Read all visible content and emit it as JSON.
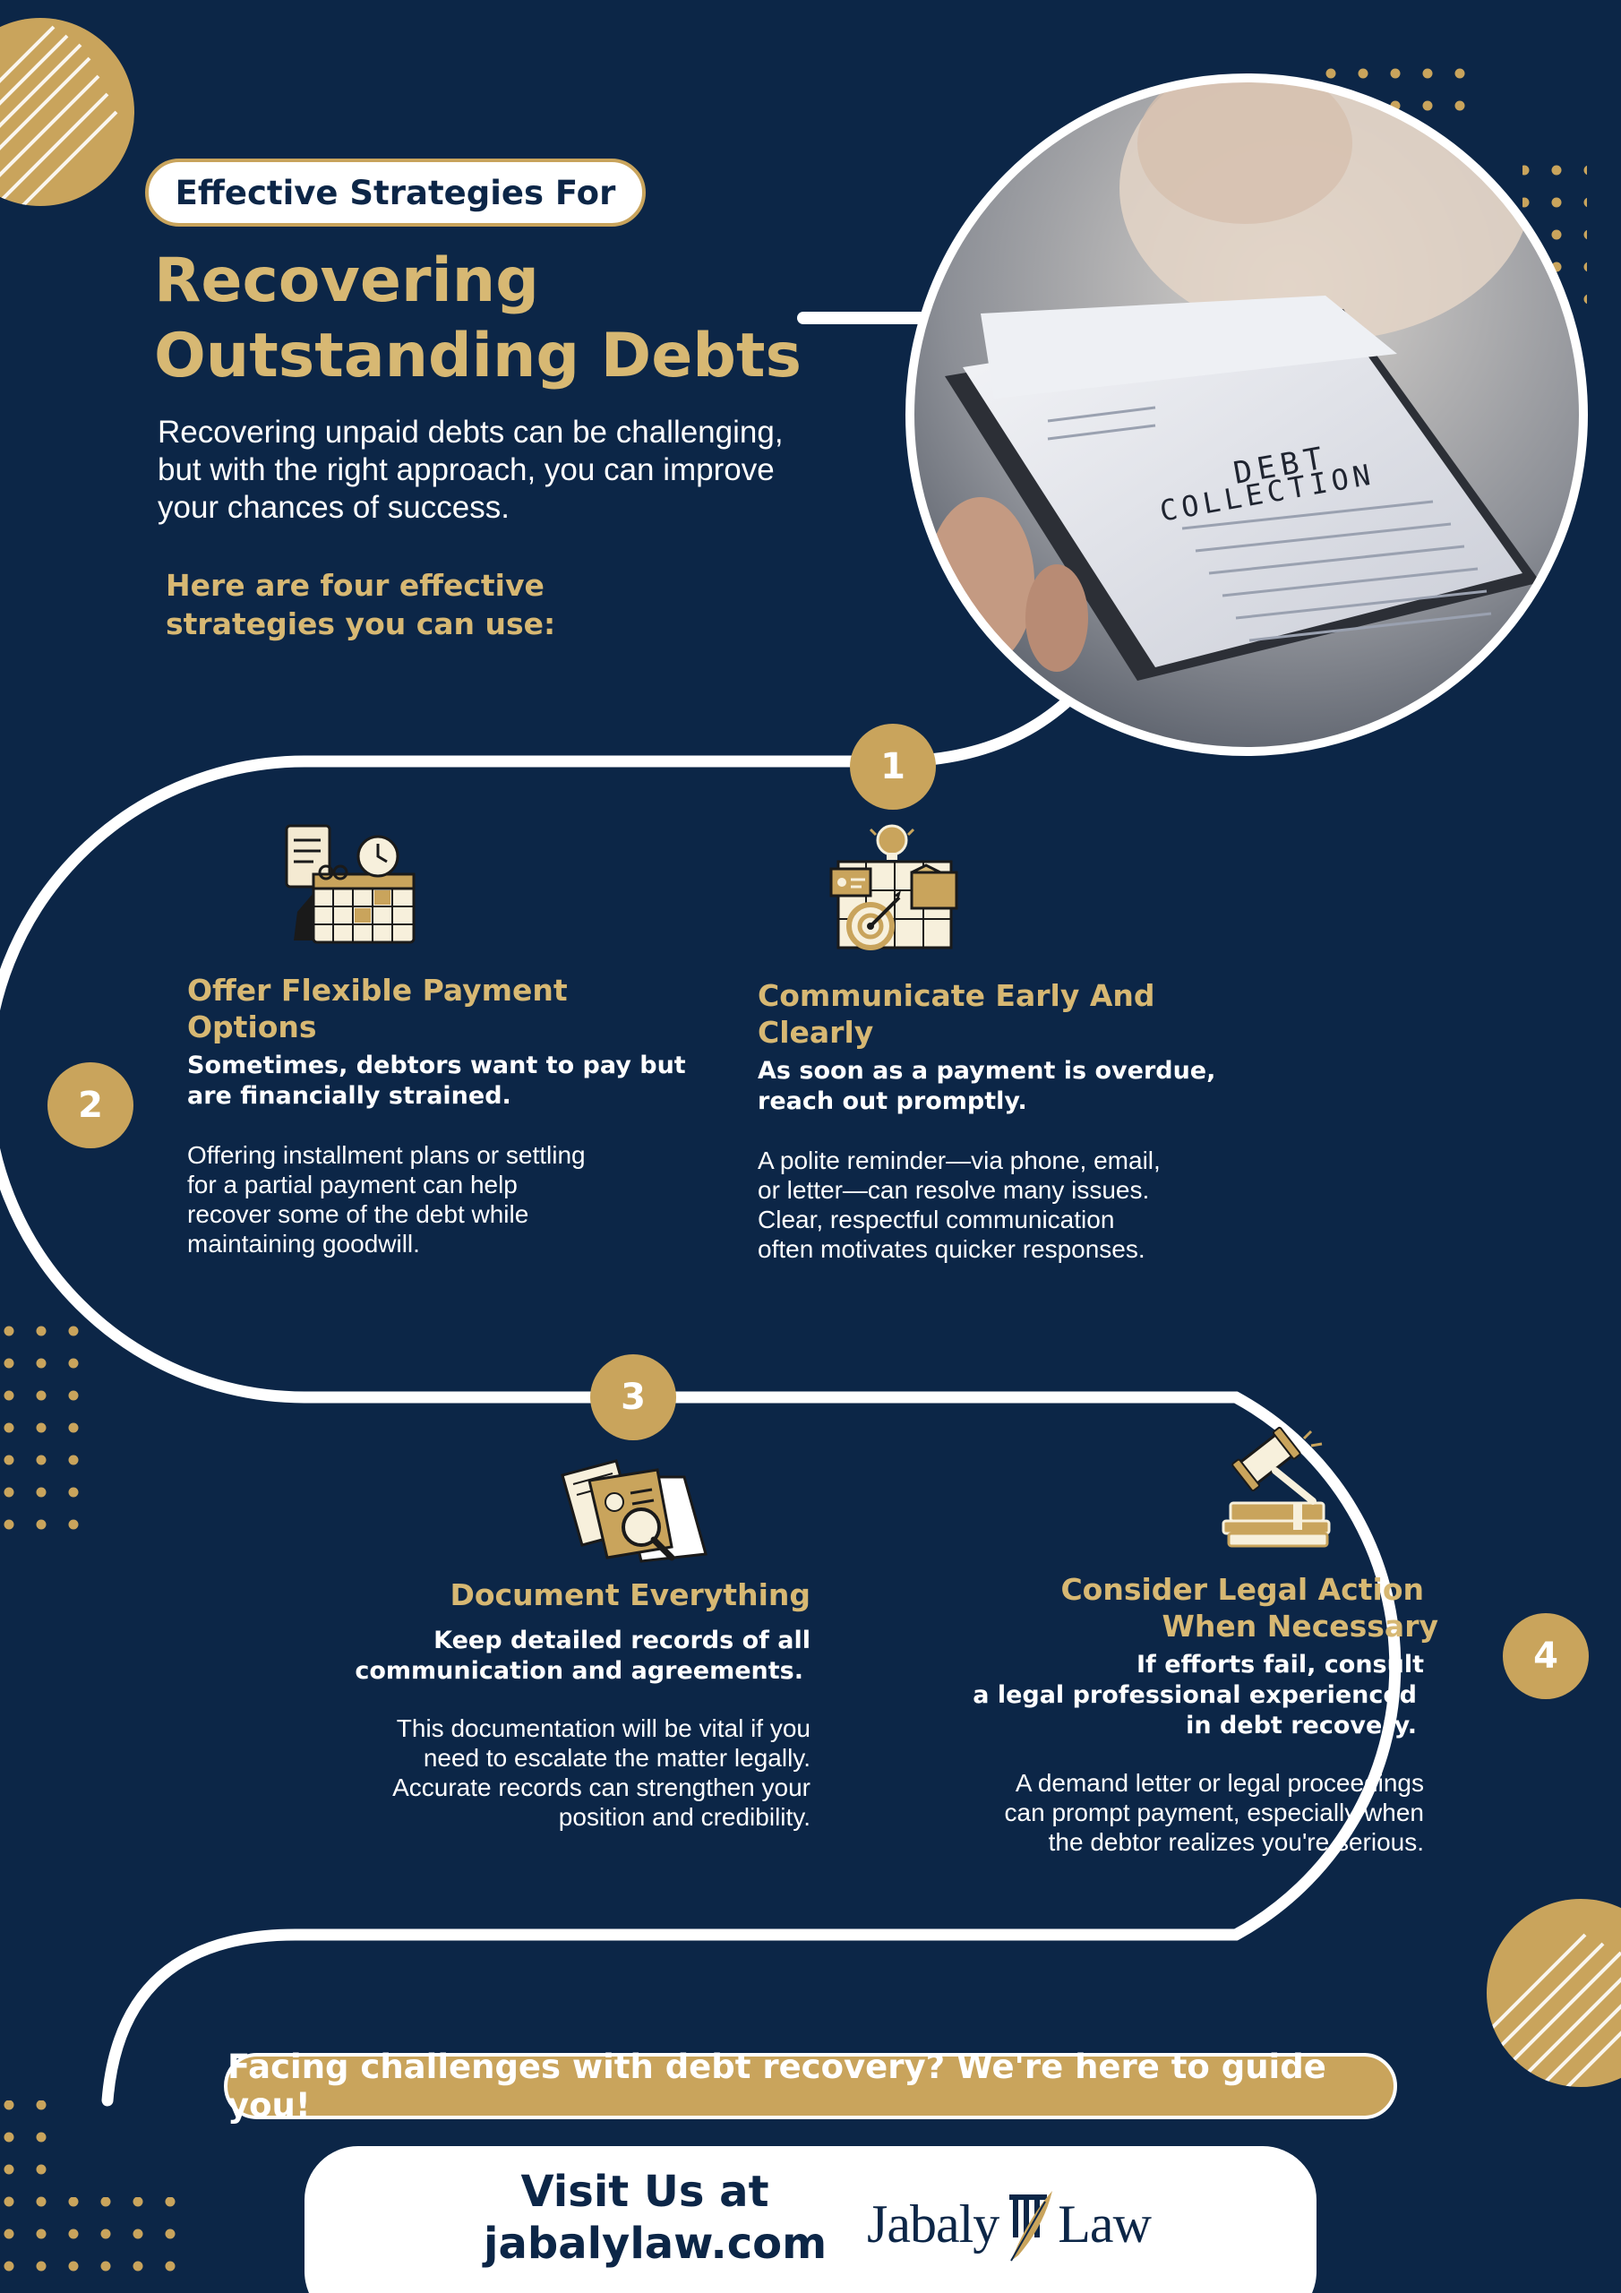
{
  "header": {
    "pill_label": "Effective Strategies For",
    "title_line1": "Recovering",
    "title_line2": "Outstanding Debts",
    "intro_line1": "Recovering unpaid debts can be challenging,",
    "intro_line2": "but with the right approach, you can improve",
    "intro_line3": "your chances of success.",
    "strategies_line1": "Here are four effective",
    "strategies_line2": "strategies you can use:"
  },
  "photo": {
    "doc_heading_line1": "DEBT",
    "doc_heading_line2": "COLLECTION"
  },
  "steps": [
    {
      "number": "1",
      "icon": "planning-board-icon",
      "title_line1": "Communicate Early And",
      "title_line2": "Clearly",
      "lead_line1": "As soon as a payment is overdue,",
      "lead_line2": "reach out promptly.",
      "body_line1": "A polite reminder—via phone, email,",
      "body_line2": "or letter—can resolve many issues.",
      "body_line3": "Clear, respectful communication",
      "body_line4": "often motivates quicker responses."
    },
    {
      "number": "2",
      "icon": "calendar-schedule-icon",
      "title_line1": "Offer Flexible Payment",
      "title_line2": "Options",
      "lead_line1": "Sometimes, debtors want to pay but",
      "lead_line2": "are financially strained.",
      "body_line1": "Offering installment plans or settling",
      "body_line2": "for a partial payment can help",
      "body_line3": "recover some of the debt while",
      "body_line4": "maintaining goodwill."
    },
    {
      "number": "3",
      "icon": "document-search-icon",
      "title_line1": "Document Everything",
      "lead_line1": "Keep detailed records of all",
      "lead_line2": "communication and agreements.",
      "body_line1": "This documentation will be vital if you",
      "body_line2": "need to escalate the matter legally.",
      "body_line3": "Accurate records can strengthen your",
      "body_line4": "position and credibility."
    },
    {
      "number": "4",
      "icon": "gavel-books-icon",
      "title_line1": "Consider Legal Action",
      "title_line2": "When Necessary",
      "lead_line1": "If efforts fail, consult",
      "lead_line2": "a legal professional experienced",
      "lead_line3": "in debt recovery.",
      "body_line1": "A demand letter or legal proceedings",
      "body_line2": "can prompt payment, especially when",
      "body_line3": "the debtor realizes you're serious."
    }
  ],
  "footer": {
    "cta_banner": "Facing challenges with debt recovery? We're here to guide you!",
    "visit_line1": "Visit Us at",
    "visit_line2": "jabalylaw.com",
    "logo_left": "Jabaly",
    "logo_right": "Law"
  },
  "colors": {
    "background": "#0c2647",
    "gold": "#c9a45c",
    "gold_text": "#d7b873",
    "white": "#ffffff"
  }
}
